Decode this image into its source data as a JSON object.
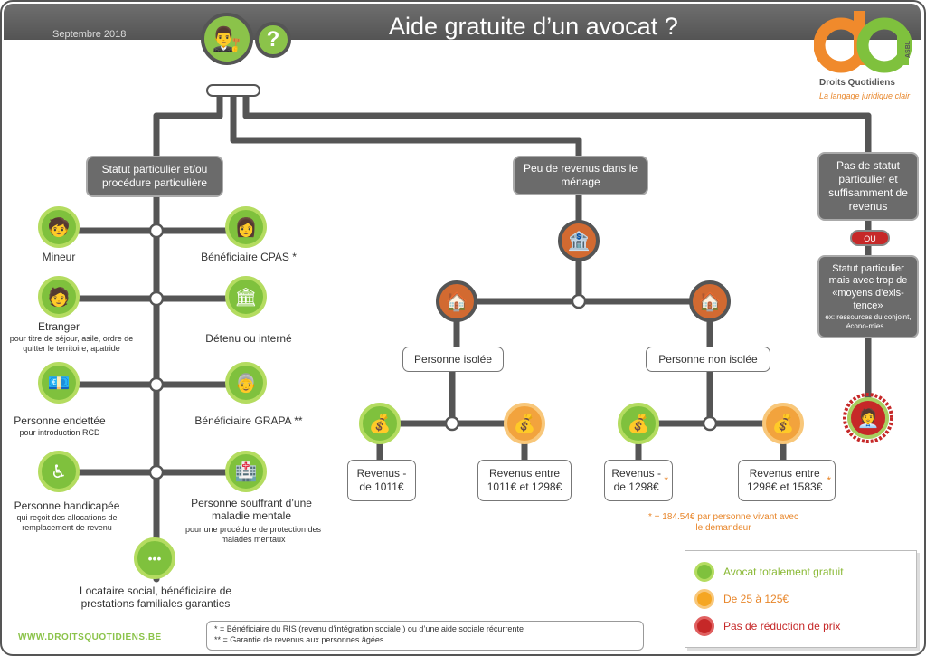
{
  "header": {
    "date": "Septembre 2018",
    "title": "Aide gratuite d’un avocat ?"
  },
  "logo": {
    "name": "Droits Quotidiens",
    "tagline": "La langage juridique clair",
    "asbl": "ASBL"
  },
  "top": {
    "question_mark": "?"
  },
  "branches": {
    "statut": "Statut particulier et/ou procédure particulière",
    "revenus": "Peu de revenus dans le ménage",
    "pas_statut": "Pas de statut particulier et suffisamment de revenus",
    "ou": "OU",
    "statut_moyens": "Statut particulier mais avec trop de «moyens d’exis-tence»",
    "statut_moyens_ex": "ex: ressources du conjoint, écono-mies..."
  },
  "left_items": {
    "mineur": "Mineur",
    "cpas": "Bénéficiaire CPAS *",
    "etranger": "Etranger",
    "etranger_sub": "pour titre de séjour, asile, ordre de quitter le territoire, apatride",
    "detenu": "Détenu ou interné",
    "endettee": "Personne endettée",
    "endettee_sub": "pour introduction RCD",
    "grapa": "Bénéficiaire GRAPA **",
    "handicapee": "Personne handicapée",
    "handicapee_sub": "qui reçoit des allocations de remplacement de revenu",
    "maladie": "Personne souffrant d’une maladie mentale",
    "maladie_sub": "pour une procédure de protection des malades mentaux",
    "locataire": "Locataire social, bénéficiaire de prestations familiales garanties",
    "more": "•••"
  },
  "revenus": {
    "isolee": "Personne isolée",
    "non_isolee": "Personne non isolée",
    "r1": "Revenus - de 1011€",
    "r2": "Revenus entre 1011€ et 1298€",
    "r3": "Revenus - de 1298€",
    "r3_star": "*",
    "r4": "Revenus entre 1298€ et 1583€",
    "r4_star": "*",
    "note": "* + 184.54€ par personne vivant avec le demandeur"
  },
  "legend": {
    "green": "Avocat totalement gratuit",
    "orange": "De 25 à 125€",
    "red": "Pas de réduction de prix",
    "colors": {
      "green": "#7fc13d",
      "orange": "#f5a623",
      "red": "#c62828"
    }
  },
  "footnotes": {
    "f1": "* = Bénéficiaire du RIS (revenu d’intégration sociale ) ou d’une aide sociale récurrente",
    "f2": "** = Garantie de revenus aux personnes âgées"
  },
  "site": "WWW.DROITSQUOTIDIENS.BE"
}
